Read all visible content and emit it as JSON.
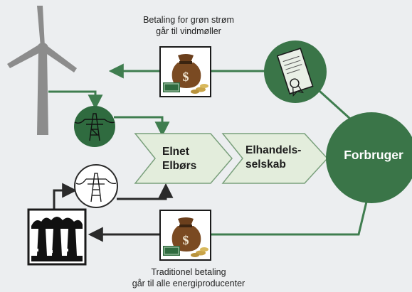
{
  "captions": {
    "top_line1": "Betaling for grøn strøm",
    "top_line2": "går til vindmøller",
    "bottom_line1": "Traditionel betaling",
    "bottom_line2": "går til alle energiproducenter"
  },
  "nodes": {
    "elnet_line1": "Elnet",
    "elnet_line2": "Elbørs",
    "elhandel_line1": "Elhandels-",
    "elhandel_line2": "selskab",
    "forbruger": "Forbruger"
  },
  "colors": {
    "background": "#eceef0",
    "dark_green": "#2f6b3f",
    "medium_green": "#3f7d4f",
    "pale_green": "#e3eddc",
    "chevron_edge": "#7aa07c",
    "turbine_gray": "#8c8c8c",
    "arrow_dark": "#2a2a2a"
  },
  "icons": [
    "wind-turbine-icon",
    "green-pylon-icon",
    "white-pylon-icon",
    "factory-icon",
    "money-bag-icon",
    "certificate-icon"
  ]
}
